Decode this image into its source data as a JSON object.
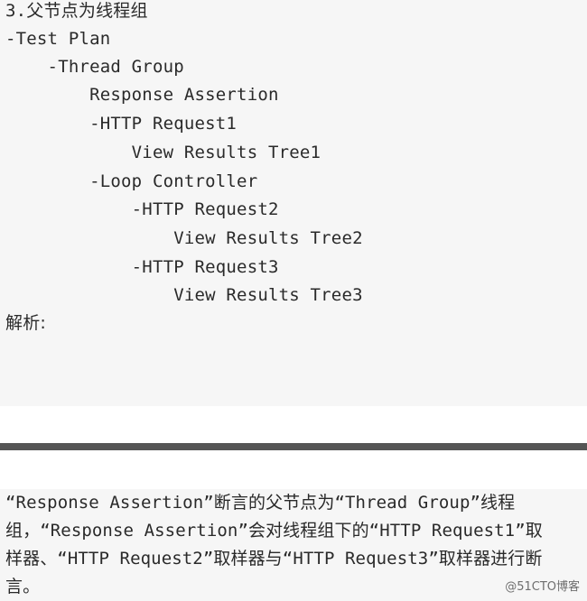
{
  "code": {
    "title": "3.父节点为线程组",
    "tree": [
      "-Test Plan",
      "    -Thread Group",
      "        Response Assertion",
      "        -HTTP Request1",
      "            View Results Tree1",
      "        -Loop Controller",
      "            -HTTP Request2",
      "                View Results Tree2",
      "            -HTTP Request3",
      "                View Results Tree3"
    ],
    "analysis_label": "解析:"
  },
  "paragraph": {
    "lines": [
      "“Response Assertion”断言的父节点为“Thread Group”线程",
      "组，“Response Assertion”会对线程组下的“HTTP Request1”取",
      "样器、“HTTP Request2”取样器与“HTTP Request3”取样器进行断",
      "言。"
    ]
  },
  "watermark": "@51CTO博客"
}
